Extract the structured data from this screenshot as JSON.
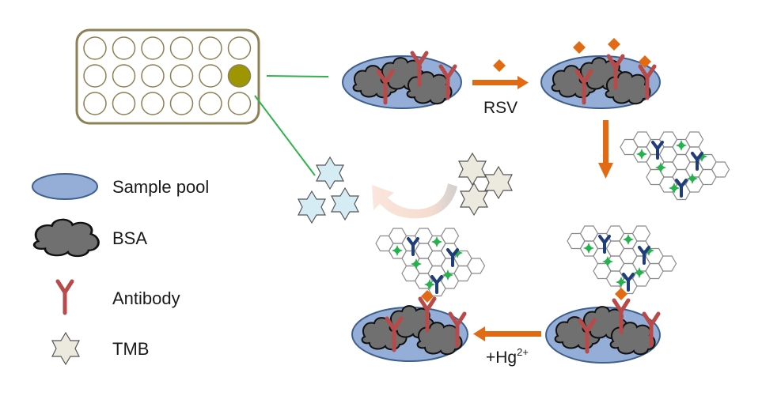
{
  "legend": {
    "sample_pool": "Sample pool",
    "bsa": "BSA",
    "antibody": "Antibody",
    "tmb": "TMB"
  },
  "labels": {
    "rsv": "RSV",
    "hg_base": "+Hg",
    "hg_sup": "2+"
  },
  "plate": {
    "rows": 3,
    "cols": 6,
    "filled_well": [
      1,
      5
    ]
  },
  "colors": {
    "plate_border": "#8c8055",
    "well_filled": "#9e9600",
    "pool_fill": "#94aed8",
    "pool_stroke": "#3f5f8f",
    "bsa_fill": "#707070",
    "antibody": "#b84a4a",
    "antigen": "#e26a12",
    "arrow": "#e26a12",
    "link_line": "#2db34a",
    "tmb_oxidized": "#d6ecf4",
    "tmb_plain": "#ece9de",
    "graphene_stroke": "#8a8a8a",
    "dot": "#23b24d",
    "blue_antibody": "#1f3d7a"
  },
  "icons": [
    "plate-icon",
    "sample-pool-icon",
    "bsa-icon",
    "antibody-icon",
    "tmb-icon",
    "antigen-icon",
    "graphene-sheet-icon",
    "curved-arrow-icon"
  ]
}
